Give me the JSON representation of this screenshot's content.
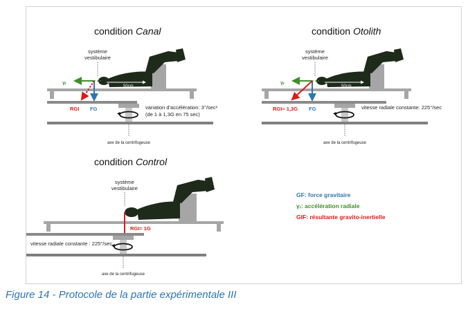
{
  "panels": {
    "canal": {
      "title_prefix": "condition ",
      "title_emph": "Canal",
      "systeme": "système",
      "vestibulaire": "vestibulaire",
      "distance": "50cm",
      "gamma": "γᵣ",
      "fg": "FG",
      "rgi": "RGI",
      "param_line1": "variation d'accélération: 3°/sec²",
      "param_line2": "(de 1 à 1,3G en 75 sec)",
      "axis_label": "axe de la centrifugeuse"
    },
    "otolith": {
      "title_prefix": "condition ",
      "title_emph": "Otolith",
      "systeme": "système",
      "vestibulaire": "vestibulaire",
      "distance": "50cm",
      "gamma": "γᵣ",
      "fg": "FG",
      "rgi": "RGI= 1,3G",
      "param_line1": "vitesse radiale constante: 225°/sec",
      "axis_label": "axe de la centrifugeuse"
    },
    "control": {
      "title_prefix": "condition ",
      "title_emph": "Control",
      "systeme": "système",
      "vestibulaire": "vestibulaire",
      "rgi": "RGI= 1G",
      "param_line1": "vitesse radiale constante : 225°/sec",
      "axis_label": "axe de la centrifugeuse"
    }
  },
  "legend": {
    "gf": "GF: force gravitaire",
    "gamma": "γᵣ: accélération radiale",
    "gif": "GIF: résultante gravito-inertielle"
  },
  "caption": "Figure 14 - Protocole de la partie expérimentale III",
  "colors": {
    "blue": "#2e75b6",
    "green": "#3f8f2a",
    "red": "#e01818",
    "figure": "#1e2a1a",
    "seat": "#a6a6a6",
    "track": "#7f7f7f",
    "caption": "#2e74b5"
  }
}
